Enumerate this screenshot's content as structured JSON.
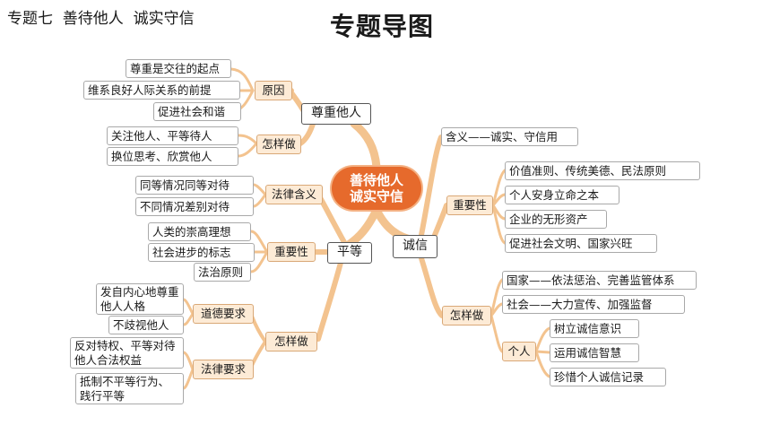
{
  "header": {
    "topic": "专题七  善待他人  诚实守信",
    "title": "专题导图"
  },
  "center": {
    "line1": "善待他人",
    "line2": "诚实守信"
  },
  "respect": {
    "label": "尊重他人",
    "reason": {
      "label": "原因",
      "items": [
        "尊重是交往的起点",
        "维系良好人际关系的前提",
        "促进社会和谐"
      ]
    },
    "how": {
      "label": "怎样做",
      "items": [
        "关注他人、平等待人",
        "换位思考、欣赏他人"
      ]
    }
  },
  "equality": {
    "label": "平等",
    "meaning": {
      "label": "法律含义",
      "items": [
        "同等情况同等对待",
        "不同情况差别对待"
      ]
    },
    "importance": {
      "label": "重要性",
      "items": [
        "人类的崇高理想",
        "社会进步的标志",
        "法治原则"
      ]
    },
    "how": {
      "label": "怎样做",
      "moral": {
        "label": "道德要求",
        "items": [
          "发自内心地尊重他人人格",
          "不歧视他人"
        ]
      },
      "law": {
        "label": "法律要求",
        "items": [
          "反对特权、平等对待他人合法权益",
          "抵制不平等行为、践行平等"
        ]
      }
    }
  },
  "honesty": {
    "label": "诚信",
    "meaning": "含义——诚实、守信用",
    "importance": {
      "label": "重要性",
      "items": [
        "价值准则、传统美德、民法原则",
        "个人安身立命之本",
        "企业的无形资产",
        "促进社会文明、国家兴旺"
      ]
    },
    "how": {
      "label": "怎样做",
      "items": [
        "国家——依法惩治、完善监管体系",
        "社会——大力宣传、加强监督"
      ],
      "personal": {
        "label": "个人",
        "items": [
          "树立诚信意识",
          "运用诚信智慧",
          "珍惜个人诚信记录"
        ]
      }
    }
  },
  "colors": {
    "branch": "#f3c38f",
    "center": "#e66a2c",
    "category_fill": "#fdebd6"
  }
}
